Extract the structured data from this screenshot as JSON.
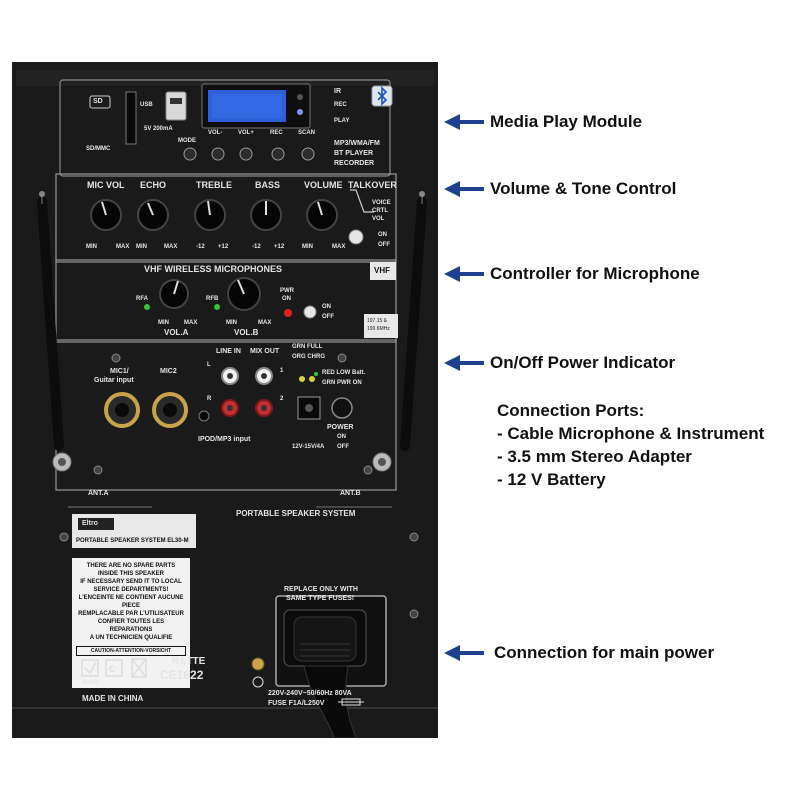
{
  "colors": {
    "panel": "#1b1b1b",
    "arrow": "#1f3f8f",
    "display": "#2d5fd8",
    "led_red": "#e02020",
    "led_green": "#39c339",
    "led_yellow": "#d8d030"
  },
  "annotations": [
    "Media Play Module",
    "Volume & Tone Control",
    "Controller for Microphone",
    "On/Off Power Indicator",
    "Connection for main power"
  ],
  "connection_ports": {
    "title": "Connection Ports:",
    "items": [
      "- Cable Microphone & Instrument",
      "- 3.5 mm Stereo Adapter",
      "- 12 V Battery"
    ]
  },
  "media": {
    "sd": "SD",
    "sd_mmc": "SD/MMC",
    "usb": "USB",
    "usb_power": "5V 200mA",
    "ir": "IR",
    "rec": "REC",
    "play": "PLAY",
    "mode": "MODE",
    "vol_minus": "VOL-",
    "vol_plus": "VOL+",
    "rec_btn": "REC",
    "scan": "SCAN",
    "formats": "MP3/WMA/FM",
    "bt_player": "BT PLAYER",
    "recorder": "RECORDER",
    "icons": [
      "bluetooth-icon",
      "prev-icon",
      "next-icon",
      "record-icon",
      "play-pause-icon"
    ]
  },
  "tone": {
    "labels": [
      "MIC VOL",
      "ECHO",
      "TREBLE",
      "BASS",
      "VOLUME"
    ],
    "talkover": "TALKOVER",
    "voice": "VOICE",
    "crtl": "CRTL",
    "vol": "VOL",
    "on": "ON",
    "off": "OFF",
    "min": "MIN",
    "max": "MAX",
    "m12": "-12",
    "p12": "+12"
  },
  "wireless": {
    "title": "VHF WIRELESS MICROPHONES",
    "vhf": "VHF",
    "rfa": "RFA",
    "rfb": "RFB",
    "pwr": "PWR",
    "on": "ON",
    "vola": "VOL.A",
    "volb": "VOL.B",
    "min": "MIN",
    "max": "MAX",
    "sw_on": "ON",
    "sw_off": "OFF",
    "freq1": "197.15 &",
    "freq2": "199.6MHz"
  },
  "ports": {
    "mic1": "MIC1/",
    "guitar": "Guitar input",
    "mic2": "MIC2",
    "line_in": "LINE IN",
    "mix_out": "MIX OUT",
    "l": "L",
    "r": "R",
    "one": "1",
    "two": "2",
    "ipod": "IPOD/MP3 input",
    "grn_full": "GRN FULL",
    "org_chrg": "ORG CHRG",
    "red_low": "RED LOW Batt.",
    "grn_pwr": "GRN PWR ON",
    "dc": "12V-15V/4A",
    "power": "POWER",
    "on": "ON",
    "off": "OFF",
    "ant_a": "ANT.A",
    "ant_b": "ANT.B"
  },
  "lower": {
    "portable": "PORTABLE SPEAKER SYSTEM",
    "brand": "Eltro",
    "model": "PORTABLE SPEAKER SYSTEM EL30-M",
    "warn1": "THERE ARE NO SPARE PARTS",
    "warn2": "INSIDE THIS SPEAKER",
    "warn3": "IF NECESSARY SEND IT TO LOCAL",
    "warn4": "SERVICE DEPARTMENTS!",
    "warn5": "L'ENCEINTE NE CONTIENT AUCUNE PIECE",
    "warn6": "REMPLACABLE PAR L'UTILISATEUR",
    "warn7": "CONFIER TOUTES LES REPARATIONS",
    "warn8": "A UN TECHNICIEN QUALIFIE",
    "caution": "CAUTION-ATTENTION-VORSICHT",
    "rohs": "RoHS",
    "rtte": "R&TTE",
    "ce": "CE1622",
    "made": "MADE IN CHINA",
    "replace1": "REPLACE ONLY WITH",
    "replace2": "SAME TYPE FUSES!",
    "rating": "220V-240V~50/60Hz 80VA",
    "fuse": "FUSE F1A/L250V"
  }
}
